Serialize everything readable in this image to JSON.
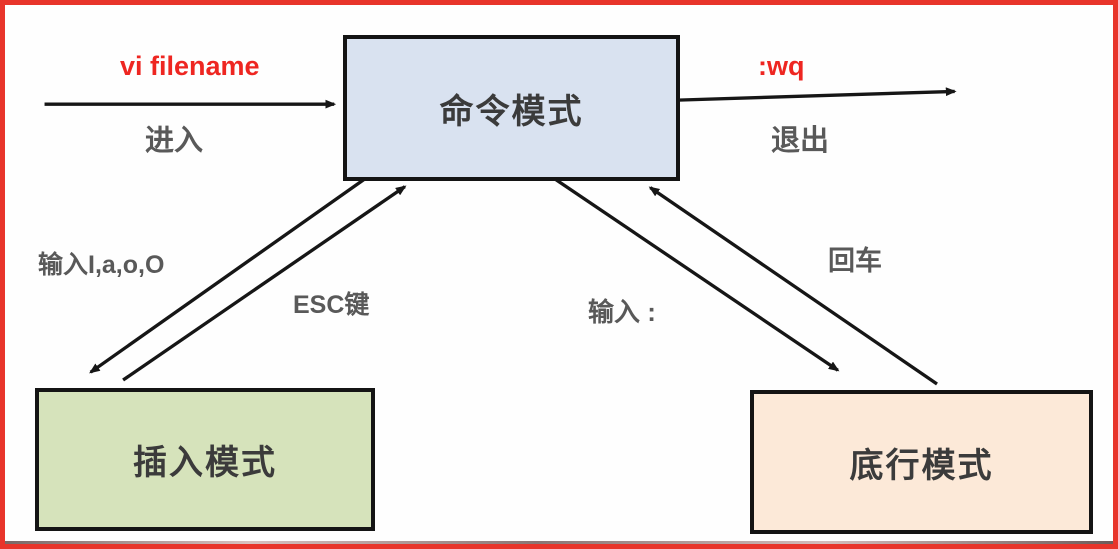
{
  "diagram": {
    "nodes": {
      "command": {
        "label": "命令模式",
        "fill": "#d9e2f0"
      },
      "insert": {
        "label": "插入模式",
        "fill": "#d6e3bb"
      },
      "lastline": {
        "label": "底行模式",
        "fill": "#fce9d8"
      }
    },
    "edges": {
      "enter": {
        "command_text": "vi filename",
        "action": "进入"
      },
      "exit": {
        "command_text": ":wq",
        "action": "退出"
      },
      "command_to_insert": {
        "label": "输入I,a,o,O"
      },
      "insert_to_command": {
        "label": "ESC键"
      },
      "command_to_lastline": {
        "label": "输入 :"
      },
      "lastline_to_command": {
        "label": "回车"
      }
    },
    "colors": {
      "frame_border": "#e8352b",
      "red_text": "#ee2621",
      "gray_label_text": "#595959",
      "node_text": "#3b3b3b",
      "arrow": "#161616"
    }
  }
}
